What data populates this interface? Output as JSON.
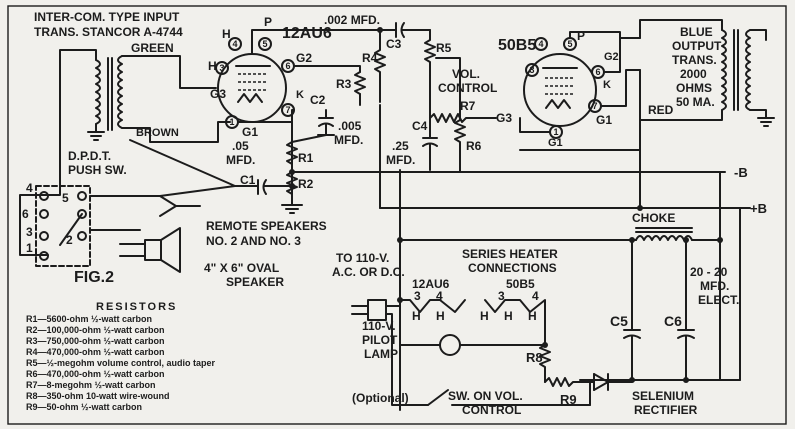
{
  "labels": {
    "transformer_input": "INTER-COM. TYPE INPUT",
    "transformer_model": "TRANS. STANCOR A-4744",
    "green": "GREEN",
    "brown": "BROWN",
    "dpdt_1": "D.P.D.T.",
    "dpdt_2": "PUSH SW.",
    "tube1": "12AU6",
    "tube2": "50B5",
    "c3_value": ".002 MFD.",
    "c3": "C3",
    "r4": "R4",
    "r3": "R3",
    "c2": "C2",
    "c2_value_1": ".005",
    "c2_value_2": "MFD.",
    "r5": "R5",
    "vol_1": "VOL.",
    "vol_2": "CONTROL",
    "r7": "R7",
    "g3b": "G3",
    "r6": "R6",
    "c4": "C4",
    "c4_value_1": ".25",
    "c4_value_2": "MFD.",
    "c1_value_1": ".05",
    "c1_value_2": "MFD.",
    "c1": "C1",
    "r1": "R1",
    "r2": "R2",
    "g1a": "G1",
    "g1b": "G1",
    "g1c": "G1",
    "g2a": "G2",
    "g2b": "G2",
    "g3a": "G3",
    "k1": "K",
    "k2": "K",
    "h1": "H",
    "h2": "H",
    "p1": "P",
    "p2": "P",
    "blue": "BLUE",
    "red": "RED",
    "out_1": "OUTPUT",
    "out_2": "TRANS.",
    "out_3": "2000",
    "out_4": "OHMS",
    "out_5": "50 MA.",
    "minus_b": "-B",
    "plus_b": "+B",
    "choke": "CHOKE",
    "remote_1": "REMOTE SPEAKERS",
    "remote_2": "NO. 2 AND NO. 3",
    "fig": "FIG.2",
    "speaker_1": "4\" X 6\" OVAL",
    "speaker_2": "SPEAKER",
    "ac_1": "TO 110-V.",
    "ac_2": "A.C. OR D.C.",
    "heater_1": "SERIES HEATER",
    "heater_2": "CONNECTIONS",
    "ht_tube1": "12AU6",
    "ht_tube2": "50B5",
    "elect_1": "20 - 20",
    "elect_2": "MFD.",
    "elect_3": "ELECT.",
    "c5": "C5",
    "c6": "C6",
    "pilot_1": "110-V.",
    "pilot_2": "PILOT",
    "pilot_3": "LAMP",
    "pilot_4": "(Optional)",
    "r8": "R8",
    "r9": "R9",
    "sw_1": "SW. ON VOL.",
    "sw_2": "CONTROL",
    "sel_1": "SELENIUM",
    "sel_2": "RECTIFIER",
    "pin_3a": "3",
    "pin_4a": "4",
    "pin_3b": "3",
    "pin_4b": "4"
  },
  "pins_12au6": [
    "4",
    "5",
    "3",
    "6",
    "7",
    "1"
  ],
  "pins_50b5": [
    "4",
    "5",
    "3",
    "6",
    "7",
    "1"
  ],
  "switch_terminals": [
    "4",
    "5",
    "6",
    "3",
    "1",
    "2"
  ],
  "resistors": {
    "title": "RESISTORS",
    "items": [
      "R1—5600-ohm ½-watt carbon",
      "R2—100,000-ohm ½-watt carbon",
      "R3—750,000-ohm ½-watt carbon",
      "R4—470,000-ohm ½-watt carbon",
      "R5—½-megohm volume control, audio taper",
      "R6—470,000-ohm ½-watt carbon",
      "R7—8-megohm ½-watt carbon",
      "R8—350-ohm 10-watt wire-wound",
      "R9—50-ohm ½-watt carbon"
    ]
  }
}
